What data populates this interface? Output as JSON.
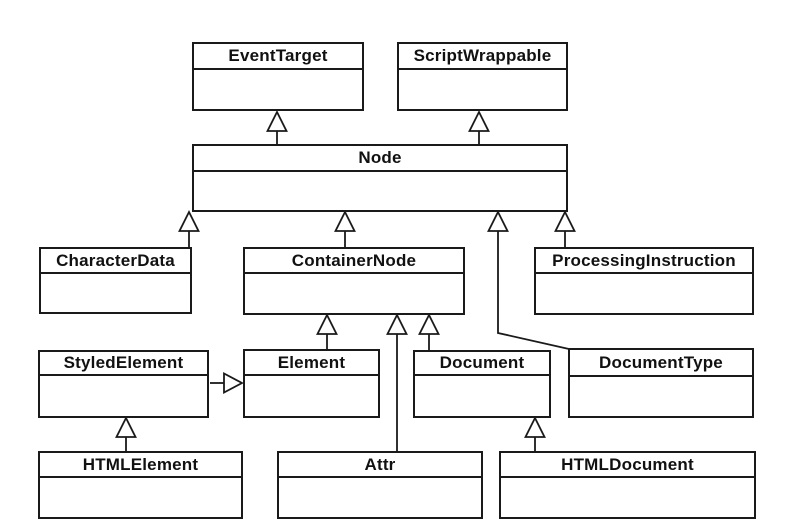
{
  "diagram": {
    "type": "uml-class-inheritance",
    "notation": "hollow-triangle generalization arrows point from subclass to superclass",
    "compartments_note": "each class box has a name compartment and one empty attributes compartment"
  },
  "colors": {
    "background": "#ffffff",
    "line": "#1a1a1a",
    "box_fill": "#ffffff",
    "text": "#111111"
  },
  "classes": [
    {
      "name": "EventTarget"
    },
    {
      "name": "ScriptWrappable"
    },
    {
      "name": "Node"
    },
    {
      "name": "CharacterData"
    },
    {
      "name": "ContainerNode"
    },
    {
      "name": "ProcessingInstruction"
    },
    {
      "name": "StyledElement"
    },
    {
      "name": "Element"
    },
    {
      "name": "Document"
    },
    {
      "name": "DocumentType"
    },
    {
      "name": "HTMLElement"
    },
    {
      "name": "Attr"
    },
    {
      "name": "HTMLDocument"
    }
  ],
  "edges": [
    {
      "from": "Node",
      "to": "EventTarget",
      "type": "generalization"
    },
    {
      "from": "Node",
      "to": "ScriptWrappable",
      "type": "generalization"
    },
    {
      "from": "CharacterData",
      "to": "Node",
      "type": "generalization"
    },
    {
      "from": "ContainerNode",
      "to": "Node",
      "type": "generalization"
    },
    {
      "from": "ProcessingInstruction",
      "to": "Node",
      "type": "generalization"
    },
    {
      "from": "DocumentType",
      "to": "Node",
      "type": "generalization"
    },
    {
      "from": "Element",
      "to": "ContainerNode",
      "type": "generalization"
    },
    {
      "from": "Attr",
      "to": "ContainerNode",
      "type": "generalization"
    },
    {
      "from": "Document",
      "to": "ContainerNode",
      "type": "generalization"
    },
    {
      "from": "StyledElement",
      "to": "Element",
      "type": "generalization"
    },
    {
      "from": "HTMLElement",
      "to": "StyledElement",
      "type": "generalization"
    },
    {
      "from": "HTMLDocument",
      "to": "Document",
      "type": "generalization"
    }
  ]
}
